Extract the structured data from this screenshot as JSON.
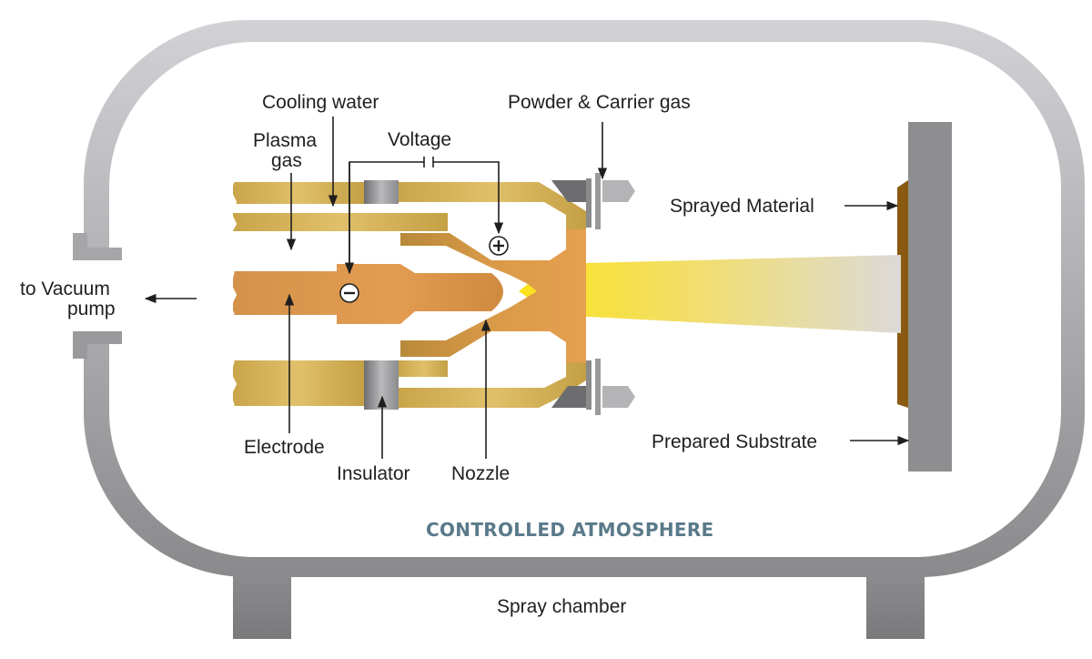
{
  "diagram": {
    "labels": {
      "cooling_water": "Cooling water",
      "plasma_gas_line1": "Plasma",
      "plasma_gas_line2": "gas",
      "voltage": "Voltage",
      "powder_carrier_gas": "Powder & Carrier gas",
      "sprayed_material": "Sprayed Material",
      "to_vacuum_pump_line1": "to Vacuum",
      "to_vacuum_pump_line2": "pump",
      "electrode": "Electrode",
      "insulator": "Insulator",
      "nozzle": "Nozzle",
      "prepared_substrate": "Prepared Substrate",
      "controlled_atmosphere": "CONTROLLED ATMOSPHERE",
      "spray_chamber": "Spray chamber"
    },
    "signs": {
      "positive": "+",
      "negative": "−"
    }
  }
}
